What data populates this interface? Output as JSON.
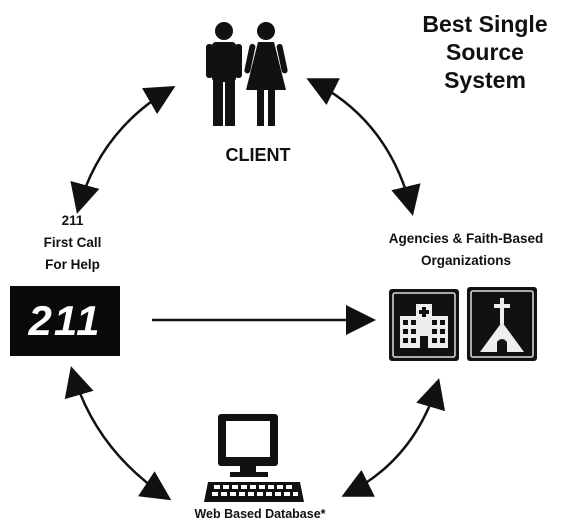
{
  "title_lines": [
    "Best Single",
    "Source",
    "System"
  ],
  "nodes": {
    "client": "CLIENT",
    "first_call_lines": [
      "211",
      "First Call",
      "For Help"
    ],
    "box_211": "211",
    "agencies_lines": [
      "Agencies & Faith-Based",
      "Organizations"
    ],
    "web_db": "Web Based Database*"
  },
  "icons": {
    "people": "man-woman-icon",
    "hospital": "hospital-icon",
    "church": "church-icon",
    "computer": "computer-icon"
  },
  "colors": {
    "ink": "#111111",
    "box": "#0a0a0a",
    "background": "#ffffff"
  }
}
